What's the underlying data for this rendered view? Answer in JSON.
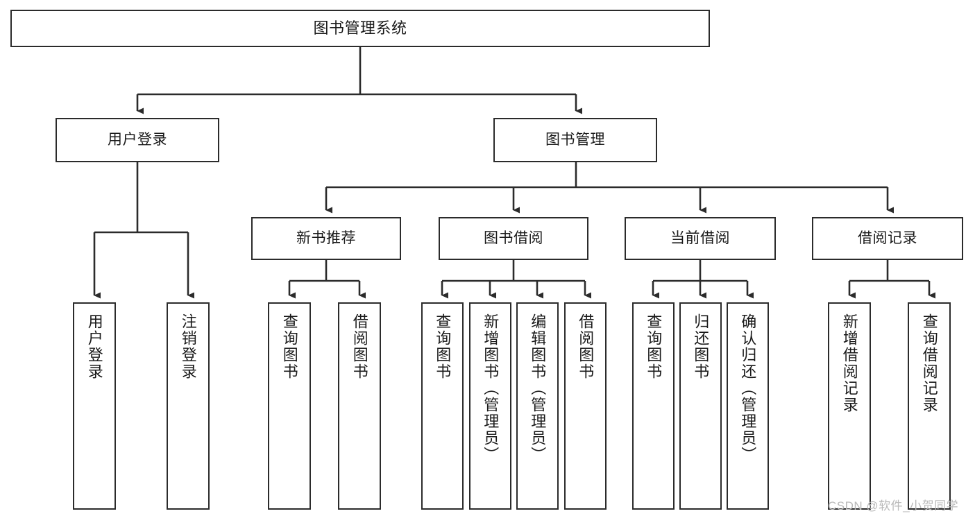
{
  "diagram": {
    "title": "图书管理系统",
    "type": "hierarchy-tree",
    "watermark": "CSDN @软件_小贺同学",
    "colors": {
      "stroke": "#2b2b2b",
      "box_fill": "#ffffff",
      "text": "#1a1a1a",
      "watermark": "#b9b9b9",
      "background": "#ffffff"
    },
    "nodes": {
      "root": {
        "label": "图书管理系统"
      },
      "level2": [
        {
          "label": "用户登录"
        },
        {
          "label": "图书管理"
        }
      ],
      "level3": [
        {
          "label": "新书推荐"
        },
        {
          "label": "图书借阅"
        },
        {
          "label": "当前借阅"
        },
        {
          "label": "借阅记录"
        }
      ],
      "leaves": [
        {
          "label": "用户登录",
          "parent": "用户登录"
        },
        {
          "label": "注销登录",
          "parent": "用户登录"
        },
        {
          "label": "查询图书",
          "parent": "新书推荐"
        },
        {
          "label": "借阅图书",
          "parent": "新书推荐"
        },
        {
          "label": "查询图书",
          "parent": "图书借阅"
        },
        {
          "label": "新增图书（管理员）",
          "parent": "图书借阅"
        },
        {
          "label": "编辑图书（管理员）",
          "parent": "图书借阅"
        },
        {
          "label": "借阅图书",
          "parent": "图书借阅"
        },
        {
          "label": "查询图书",
          "parent": "当前借阅"
        },
        {
          "label": "归还图书",
          "parent": "当前借阅"
        },
        {
          "label": "确认归还（管理员）",
          "parent": "当前借阅"
        },
        {
          "label": "新增借阅记录",
          "parent": "借阅记录"
        },
        {
          "label": "查询借阅记录",
          "parent": "借阅记录"
        }
      ]
    }
  }
}
